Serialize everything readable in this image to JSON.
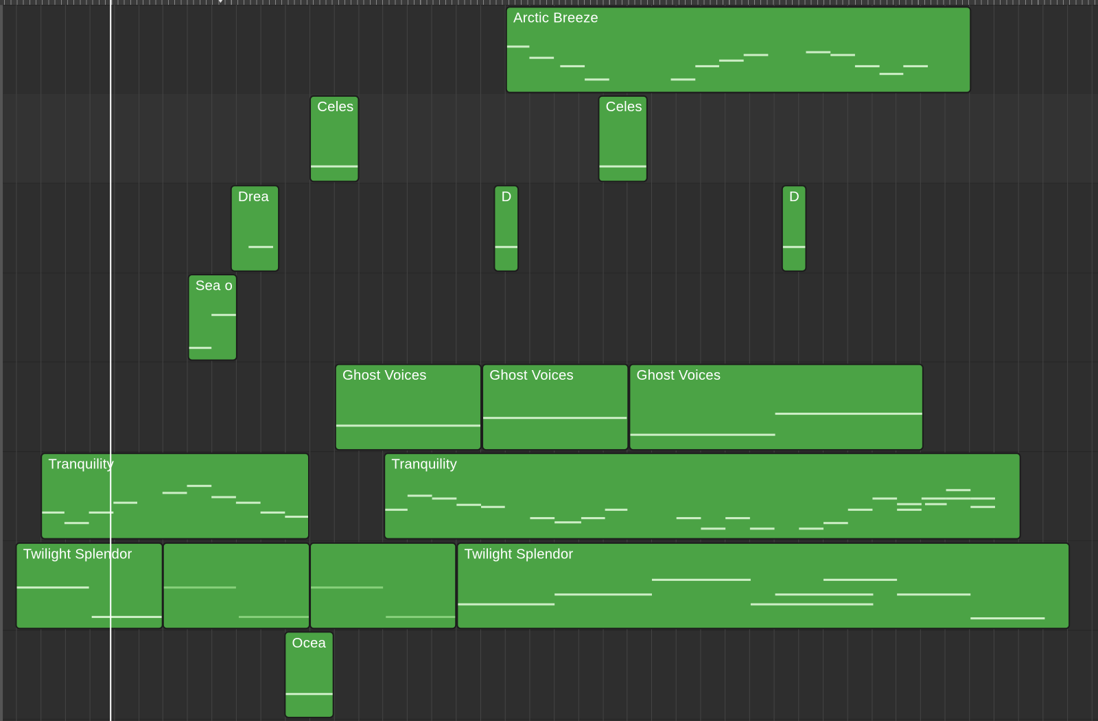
{
  "regions": [
    {
      "name": "Arctic Breeze",
      "track": 1
    },
    {
      "name": "Celes",
      "track": 2
    },
    {
      "name": "Celes",
      "track": 2
    },
    {
      "name": "Drea",
      "track": 3
    },
    {
      "name": "D",
      "track": 3
    },
    {
      "name": "D",
      "track": 3
    },
    {
      "name": "Sea o",
      "track": 4
    },
    {
      "name": "Ghost Voices",
      "track": 5
    },
    {
      "name": "Ghost Voices",
      "track": 5
    },
    {
      "name": "Ghost Voices",
      "track": 5
    },
    {
      "name": "Tranquility",
      "track": 6
    },
    {
      "name": "Tranquility",
      "track": 6
    },
    {
      "name": "Twilight Splendor",
      "track": 7
    },
    {
      "name": "",
      "track": 7,
      "loop": true
    },
    {
      "name": "",
      "track": 7,
      "loop": true
    },
    {
      "name": "Twilight Splendor",
      "track": 7
    },
    {
      "name": "Ocea",
      "track": 8
    }
  ],
  "colors": {
    "region": "#4ba345",
    "note": "#cdeec6",
    "background": "#2e2e2e"
  }
}
